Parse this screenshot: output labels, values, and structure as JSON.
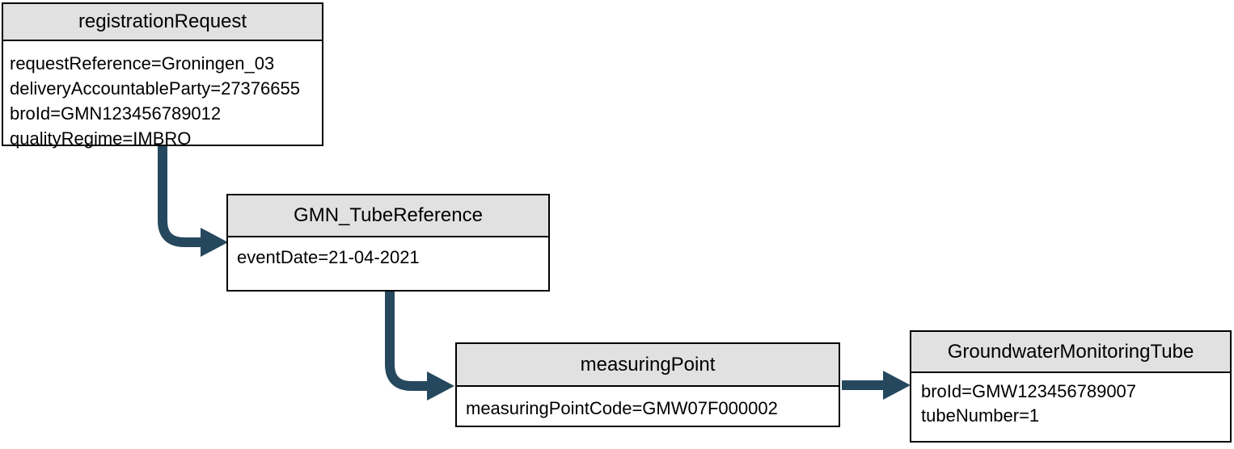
{
  "diagram": {
    "type": "object-diagram",
    "background_color": "#ffffff",
    "node_border_color": "#000000",
    "node_header_fill": "#e1e1e1",
    "node_body_fill": "#ffffff",
    "text_color": "#000000",
    "arrow_color": "#25485e",
    "nodes": [
      {
        "key": "registrationRequest",
        "title": "registrationRequest",
        "attributes": [
          "requestReference=Groningen_03",
          "deliveryAccountableParty=27376655",
          "broId=GMN123456789012",
          "qualityRegime=IMBRO"
        ]
      },
      {
        "key": "gmnTubeReference",
        "title": "GMN_TubeReference",
        "attributes": [
          "eventDate=21-04-2021"
        ]
      },
      {
        "key": "measuringPoint",
        "title": "measuringPoint",
        "attributes": [
          "measuringPointCode=GMW07F000002"
        ]
      },
      {
        "key": "groundwaterMonitoringTube",
        "title": "GroundwaterMonitoringTube",
        "attributes": [
          "broId=GMW123456789007",
          "tubeNumber=1"
        ]
      }
    ],
    "edges": [
      {
        "from": "registrationRequest",
        "to": "GMN_TubeReference"
      },
      {
        "from": "GMN_TubeReference",
        "to": "measuringPoint"
      },
      {
        "from": "measuringPoint",
        "to": "GroundwaterMonitoringTube"
      }
    ]
  }
}
